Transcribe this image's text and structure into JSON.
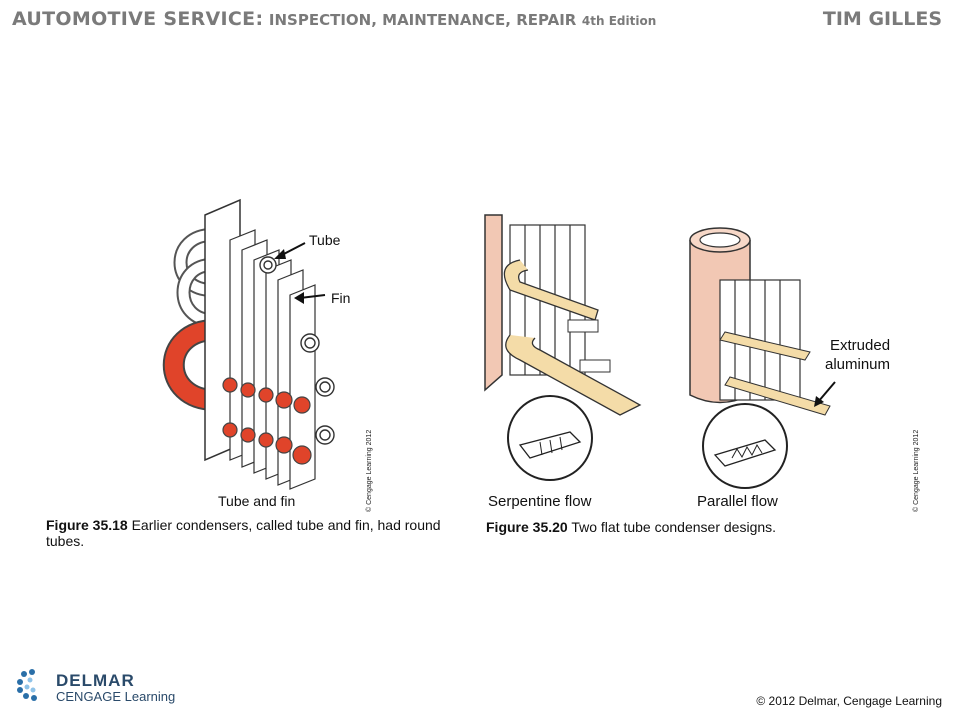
{
  "header": {
    "title_main": "AUTOMOTIVE SERVICE:",
    "title_sub": "INSPECTION, MAINTENANCE, REPAIR",
    "edition": "4th Edition",
    "author": "TIM GILLES"
  },
  "figure_35_18": {
    "label_tube": "Tube",
    "label_fin": "Fin",
    "label_bottom": "Tube and fin",
    "copyright_vertical": "© Cengage Learning 2012",
    "caption_num": "Figure 35.18",
    "caption_text": "Earlier condensers, called tube and fin, had round tubes."
  },
  "figure_35_20": {
    "label_extruded": "Extruded",
    "label_aluminum": "aluminum",
    "label_serpentine": "Serpentine flow",
    "label_parallel": "Parallel flow",
    "copyright_vertical": "© Cengage Learning 2012",
    "caption_num": "Figure 35.20",
    "caption_text": "Two flat tube condenser designs."
  },
  "footer": {
    "logo_name": "DELMAR",
    "logo_sub": "CENGAGE Learning",
    "copyright": "© 2012 Delmar, Cengage Learning"
  },
  "colors": {
    "header_gray": "#7a7a7a",
    "tube_red": "#e0442a",
    "pink_tube": "#f2c8b4",
    "aluminum_tan": "#f4dca8",
    "logo_blue": "#2a4a6a"
  }
}
